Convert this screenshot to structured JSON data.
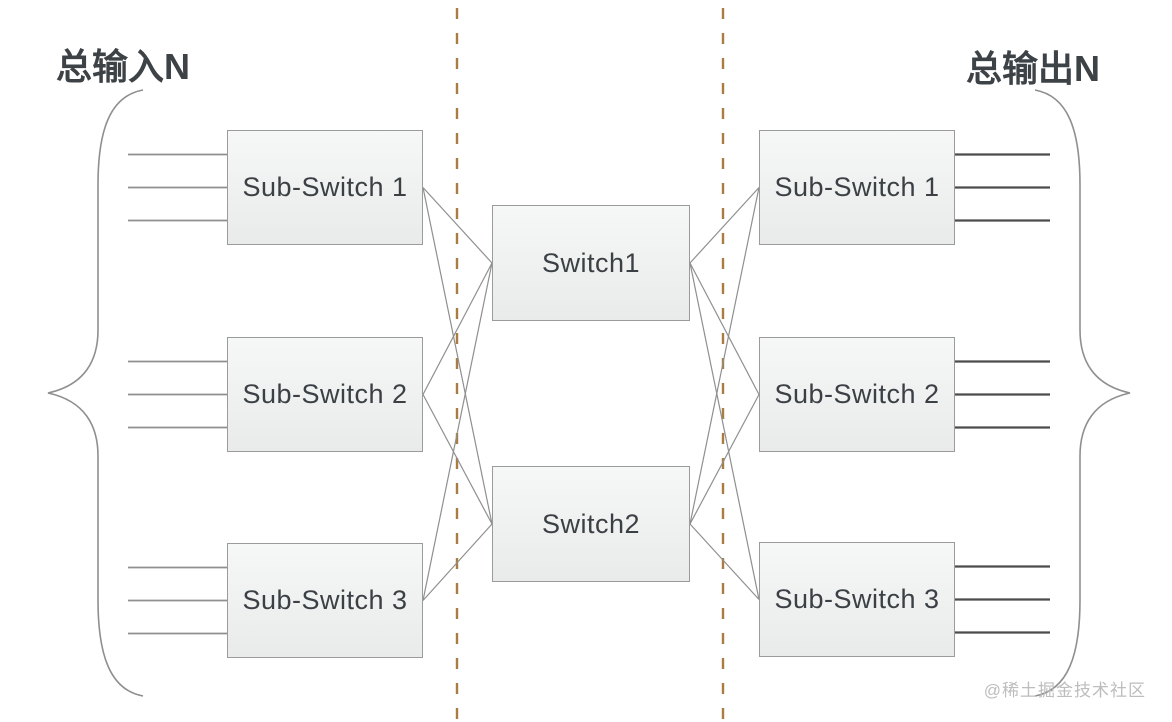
{
  "diagram": {
    "left_label": "总输入N",
    "right_label": "总输出N",
    "left_nodes": [
      "Sub-Switch 1",
      "Sub-Switch 2",
      "Sub-Switch 3"
    ],
    "middle_nodes": [
      "Switch1",
      "Switch2"
    ],
    "right_nodes": [
      "Sub-Switch 1",
      "Sub-Switch 2",
      "Sub-Switch 3"
    ],
    "edges": [
      {
        "from": "L0",
        "to": "M0"
      },
      {
        "from": "L0",
        "to": "M1"
      },
      {
        "from": "L1",
        "to": "M0"
      },
      {
        "from": "L1",
        "to": "M1"
      },
      {
        "from": "L2",
        "to": "M0"
      },
      {
        "from": "L2",
        "to": "M1"
      },
      {
        "from": "M0",
        "to": "R0"
      },
      {
        "from": "M0",
        "to": "R1"
      },
      {
        "from": "M0",
        "to": "R2"
      },
      {
        "from": "M1",
        "to": "R0"
      },
      {
        "from": "M1",
        "to": "R1"
      },
      {
        "from": "M1",
        "to": "R2"
      }
    ],
    "ports_per_subswitch": 3,
    "colors": {
      "background": "#ffffff",
      "node_fill_top": "#f6f7f7",
      "node_fill_bottom": "#e9ebeb",
      "node_border": "#9b9b9b",
      "node_text": "#3b4045",
      "title_text": "#3d4247",
      "connector": "#8f8f8f",
      "input_line": "#8f8f8f",
      "output_line": "#4c4c4c",
      "brace": "#8f8f8f",
      "dashed_divider": "#a87c42",
      "watermark": "#bdbdbd"
    }
  },
  "watermark": "@稀土掘金技术社区"
}
